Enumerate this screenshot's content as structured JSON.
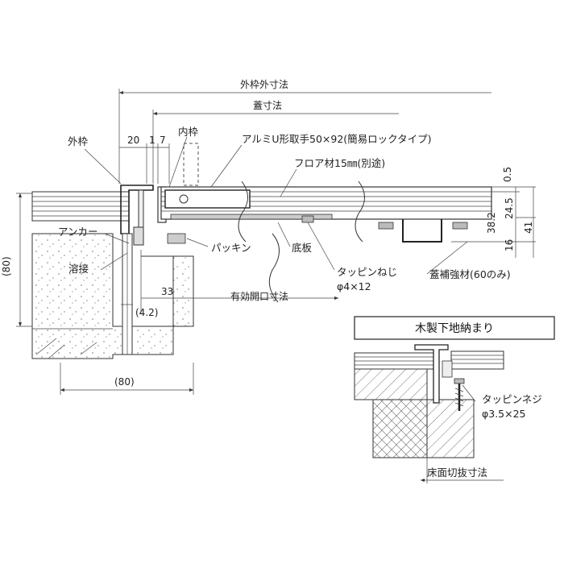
{
  "dimensions": {
    "outer_frame_outer": "外枠外寸法",
    "lid": "蓋寸法",
    "d20": "20",
    "d1": "1",
    "d7": "7",
    "h05": "0.5",
    "h245": "24.5",
    "h382": "38.2",
    "h16": "16",
    "h41": "41",
    "left80": "(80)",
    "bottom80": "(80)",
    "d33": "33",
    "d42": "(4.2)",
    "effective_opening": "有効開口寸法"
  },
  "labels": {
    "outer_frame": "外枠",
    "inner_frame": "内枠",
    "handle": "アルミU形取手50×92(簡易ロックタイプ)",
    "floor_material": "フロア材15㎜(別途)",
    "anchor": "アンカー",
    "weld": "溶接",
    "packing": "パッキン",
    "bottom_plate": "底板",
    "tapping_screw": "タッピンねじ",
    "tapping_screw_size": "φ4×12",
    "lid_reinforcement": "蓋補強材(60のみ)"
  },
  "inset": {
    "title": "木製下地納まり",
    "screw": "タッピンネジ",
    "screw_size": "φ3.5×25",
    "cutout": "床面切抜寸法"
  }
}
